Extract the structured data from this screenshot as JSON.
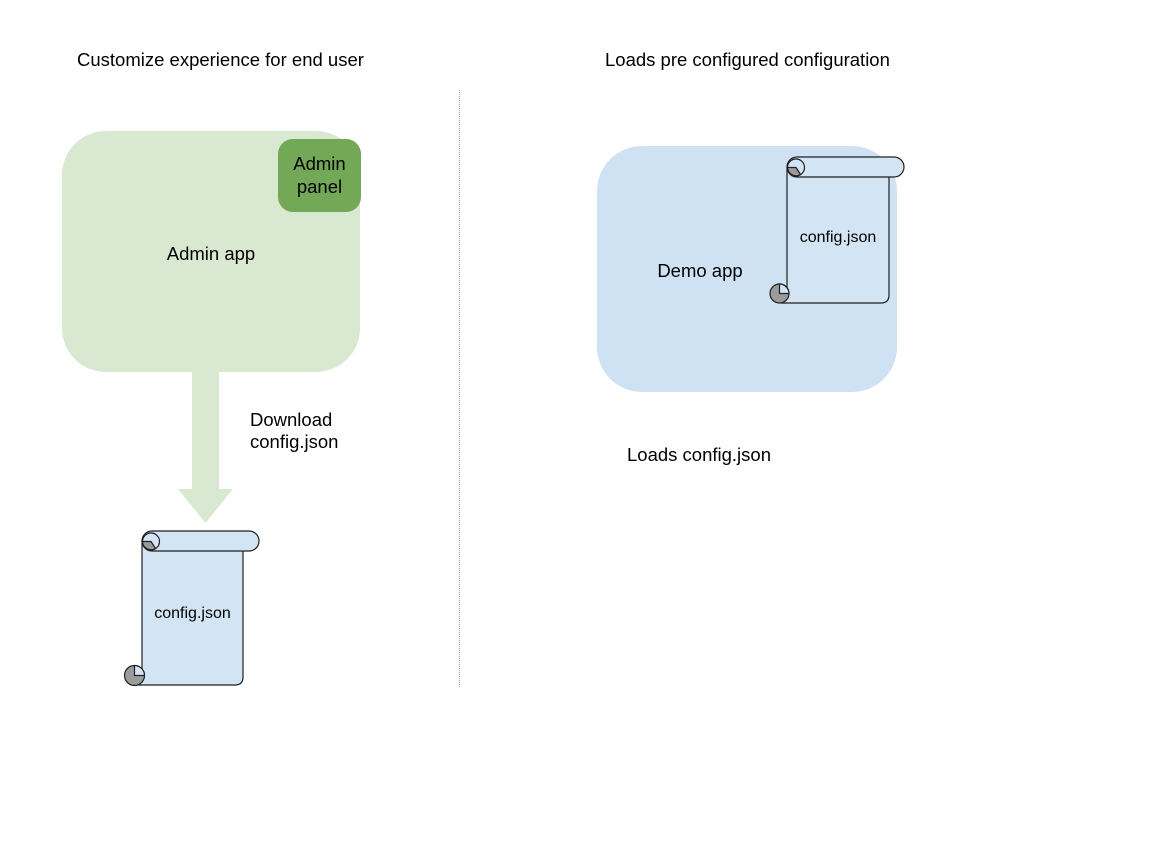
{
  "colors": {
    "green_light": "#d9e8d1",
    "green_dark": "#73a857",
    "blue_light": "#cfe2f3",
    "scroll_fill": "#d3e4f4",
    "curl_gray": "#9b9b9b",
    "outline": "#1f1f1f",
    "divider": "#9a9a9a",
    "text": "#000000"
  },
  "left_section": {
    "title": "Customize experience for end user",
    "admin_app": {
      "label": "Admin app"
    },
    "admin_panel": {
      "label": "Admin panel"
    },
    "arrow_caption": "Download\nconfig.json",
    "scroll": {
      "label": "config.json"
    }
  },
  "right_section": {
    "title": "Loads pre configured configuration",
    "demo_app": {
      "label": "Demo app"
    },
    "scroll": {
      "label": "config.json"
    },
    "caption": "Loads config.json"
  }
}
